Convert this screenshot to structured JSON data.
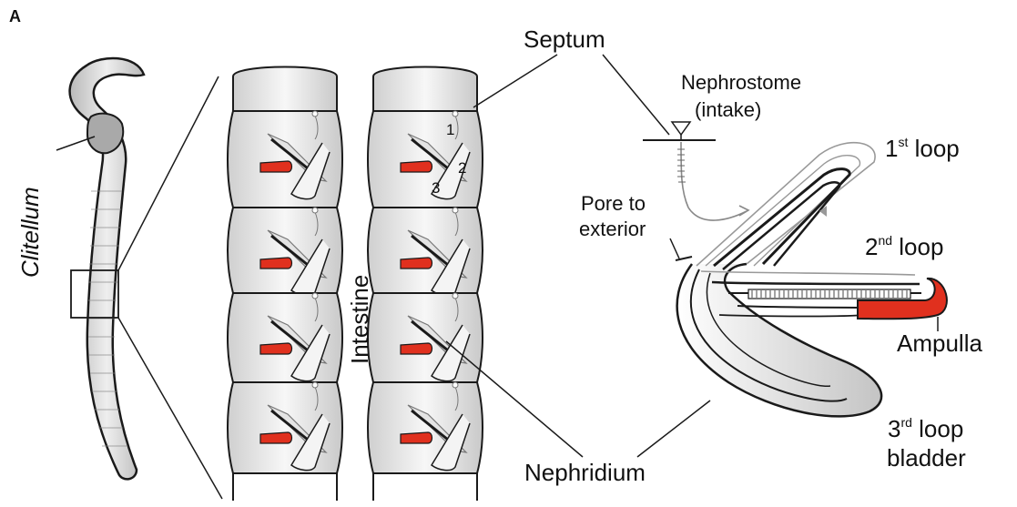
{
  "panel_label": "A",
  "labels": {
    "clitellum": "Clitellum",
    "septum": "Septum",
    "intestine": "Intestine",
    "nephridium": "Nephridium",
    "nephrostome": "Nephrostome",
    "nephrostome_sub": "(intake)",
    "pore_line1": "Pore to",
    "pore_line2": "exterior",
    "loop1_num": "1",
    "loop1_sup": "st",
    "loop1_word": " loop",
    "loop2_num": "2",
    "loop2_sup": "nd",
    "loop2_word": " loop",
    "loop3_num": "3",
    "loop3_sup": "rd",
    "loop3_word": " loop",
    "bladder": "bladder",
    "ampulla": "Ampulla",
    "num1": "1",
    "num2": "2",
    "num3": "3"
  },
  "colors": {
    "ampulla_red": "#e0301e",
    "worm_gray": "#c8c8c8",
    "outline": "#1a1a1a"
  }
}
